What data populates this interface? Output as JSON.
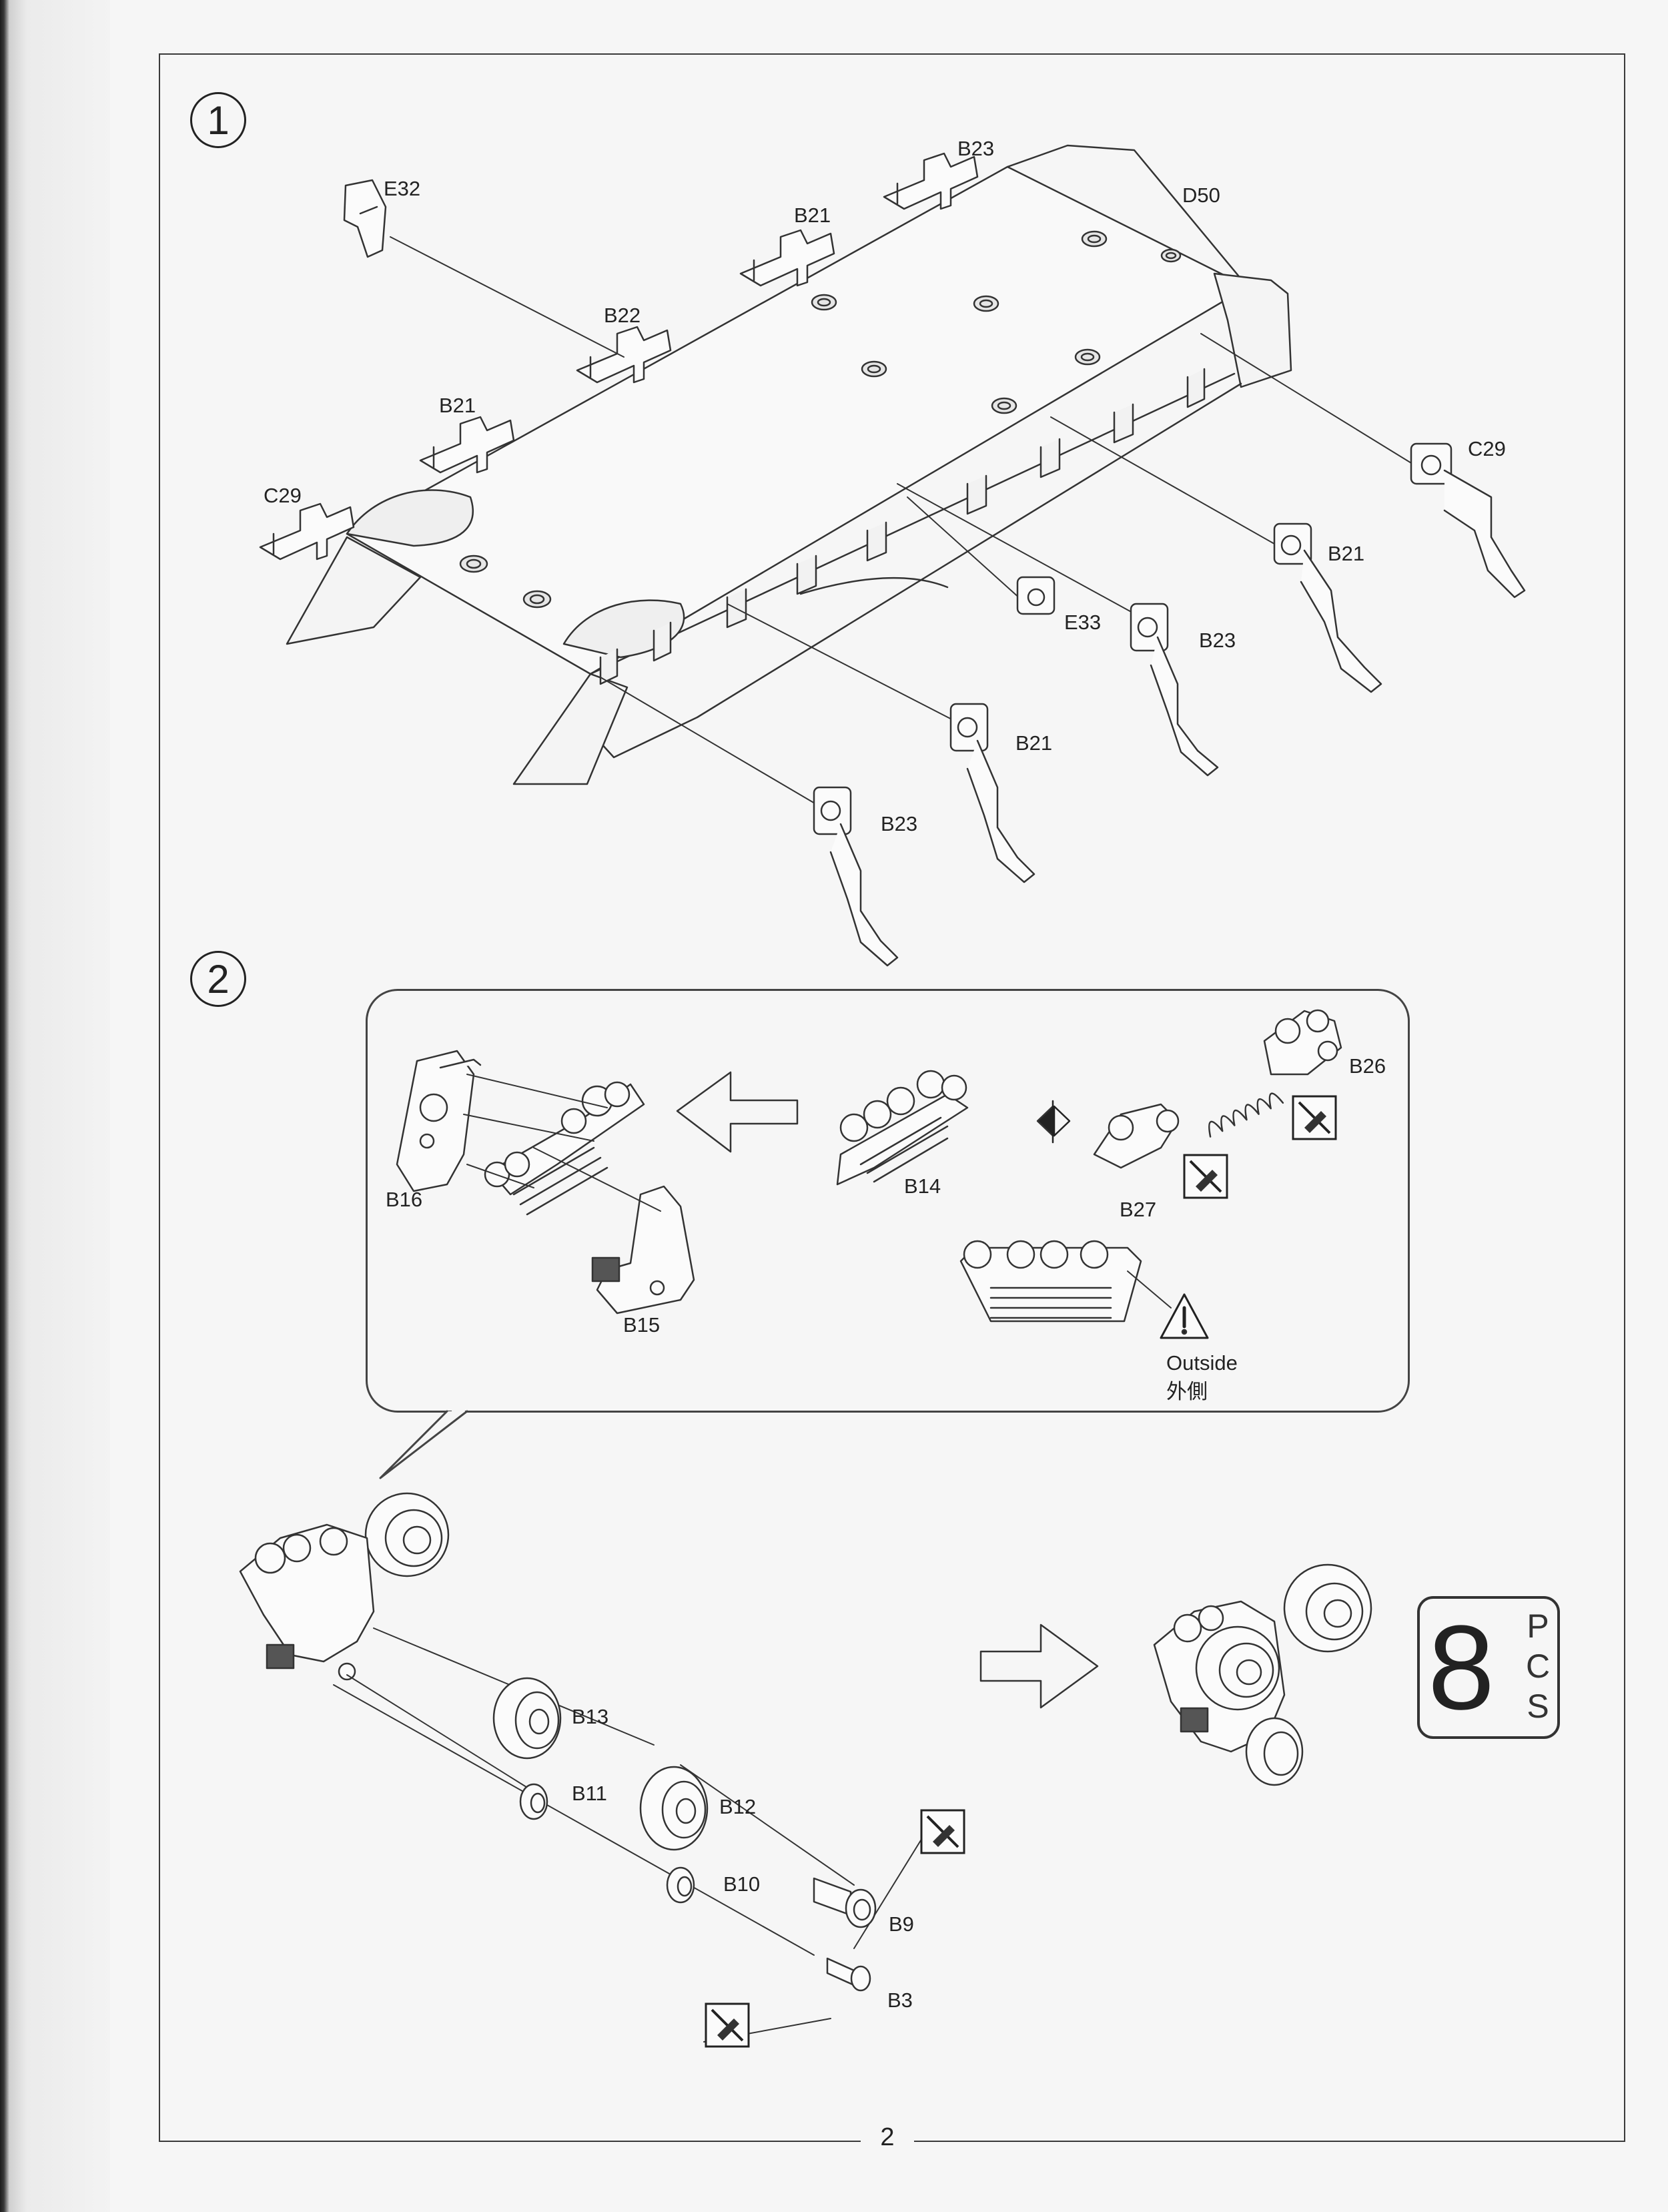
{
  "page": {
    "number": "2"
  },
  "steps": [
    {
      "number": "1"
    },
    {
      "number": "2"
    }
  ],
  "step1": {
    "labels": {
      "e32": "E32",
      "b23_top": "B23",
      "d50": "D50",
      "b21_top": "B21",
      "b22": "B22",
      "b21_left": "B21",
      "c29_left": "C29",
      "c29_right": "C29",
      "b21_r1": "B21",
      "e33": "E33",
      "b23_r1": "B23",
      "b21_r2": "B21",
      "b23_r2": "B23"
    }
  },
  "step2": {
    "callout": {
      "labels": {
        "b16": "B16",
        "b15": "B15",
        "b14": "B14",
        "b26": "B26",
        "b27": "B27"
      },
      "warning": {
        "text_en": "Outside",
        "text_zh": "外側"
      }
    },
    "labels": {
      "b13": "B13",
      "b11": "B11",
      "b12": "B12",
      "b10": "B10",
      "b9": "B9",
      "b3": "B3"
    },
    "quantity": {
      "number": "8",
      "unit_letters": [
        "P",
        "C",
        "S"
      ]
    }
  },
  "icons": {
    "glue": "glue-icon",
    "warning": "warning-triangle-icon",
    "arrow": "assembly-arrow-icon",
    "flip": "flip-diamond-icon"
  }
}
